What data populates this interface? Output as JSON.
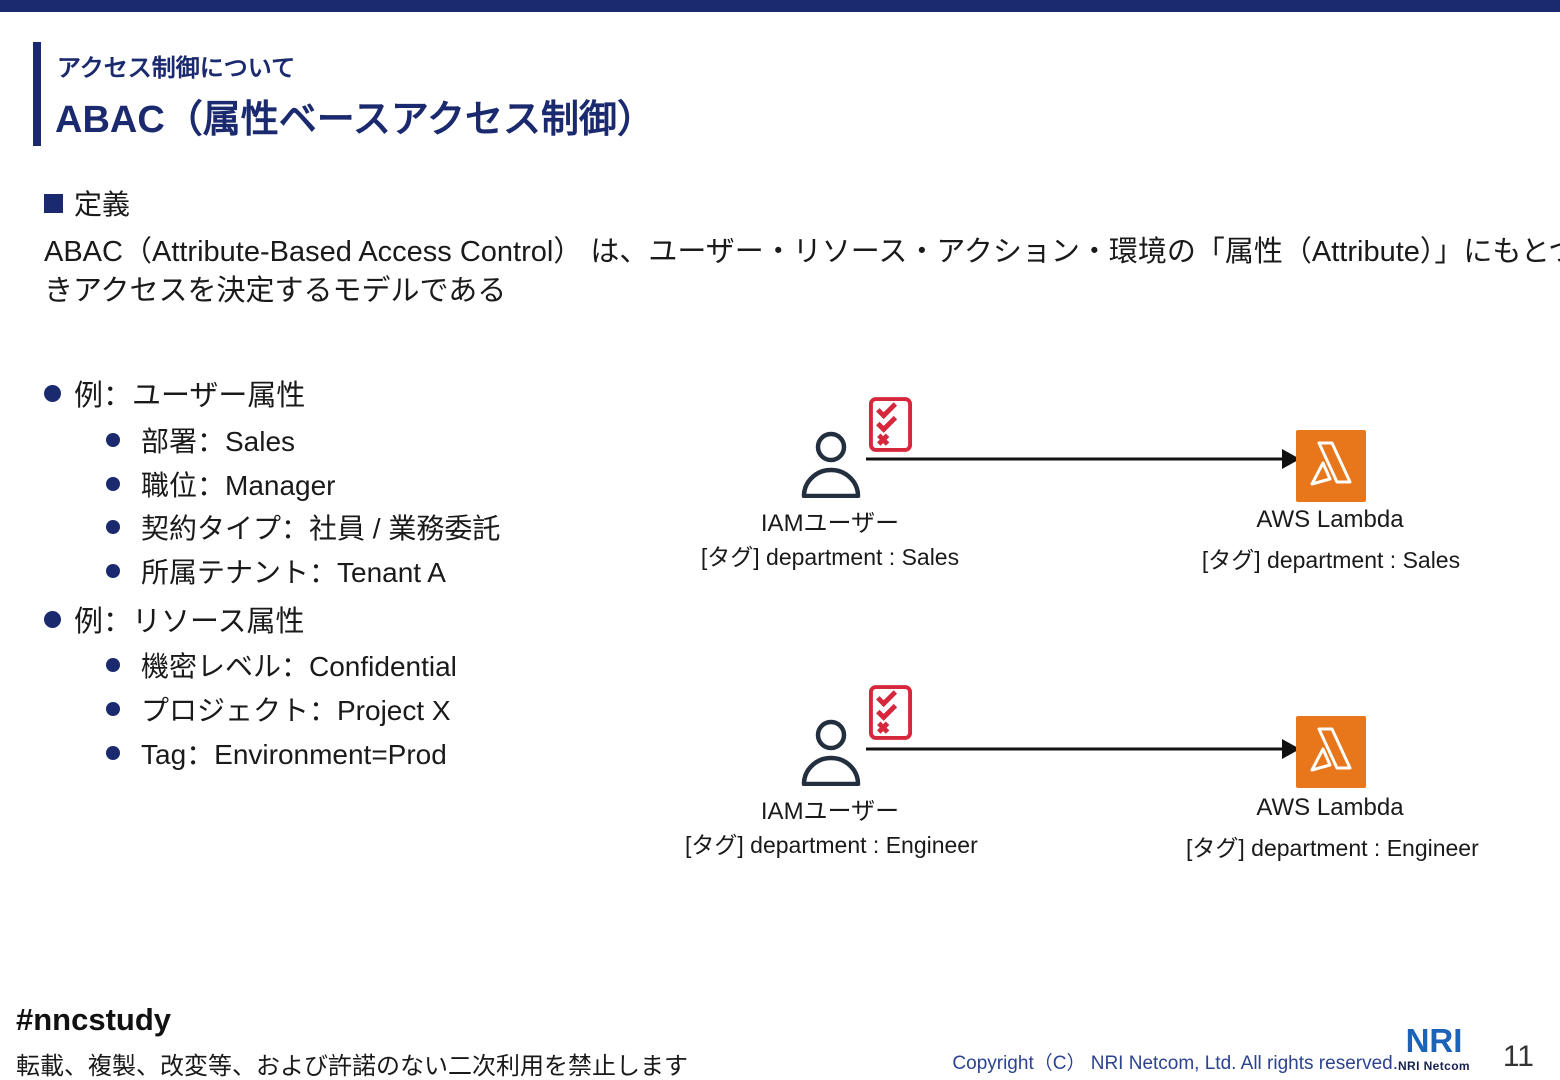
{
  "colors": {
    "navy": "#1B2A6E",
    "text": "#1A1A1A",
    "slate": "#232F3E",
    "red": "#D6273C",
    "orange": "#E8761B",
    "line": "#111111",
    "copyrightBlue": "#2C4390",
    "logoBlue": "#1C63B7",
    "logoDark": "#16224C"
  },
  "header": {
    "eyebrow": "アクセス制御について",
    "title": "ABAC（属性ベースアクセス制御）"
  },
  "definition": {
    "heading": "定義",
    "line1": "ABAC（Attribute-Based Access Control） は、ユーザー・リソース・アクション・環境の「属性（Attribute）」にもとづ",
    "line2": "きアクセスを決定するモデルである"
  },
  "examples": [
    {
      "title": "例：ユーザー属性",
      "items": [
        "部署：Sales",
        "職位：Manager",
        "契約タイプ：社員 / 業務委託",
        "所属テナント：Tenant A"
      ]
    },
    {
      "title": "例：リソース属性",
      "items": [
        "機密レベル：Confidential",
        "プロジェクト：Project X",
        "Tag：Environment=Prod"
      ]
    }
  ],
  "diagrams": [
    {
      "user_label": "IAMユーザー",
      "user_tag": "[タグ] department : Sales",
      "service_label": "AWS Lambda",
      "service_tag": "[タグ] department : Sales"
    },
    {
      "user_label": "IAMユーザー",
      "user_tag": "[タグ] department : Engineer",
      "service_label": "AWS Lambda",
      "service_tag": "[タグ] department : Engineer"
    }
  ],
  "footer": {
    "hashtag": "#nncstudy",
    "notice": "転載、複製、改変等、および許諾のない二次利用を禁止します",
    "copyright": "Copyright（C） NRI Netcom, Ltd. All rights reserved.",
    "logo_main": "NRI",
    "logo_sub": "NRI Netcom",
    "page_number": "11"
  }
}
